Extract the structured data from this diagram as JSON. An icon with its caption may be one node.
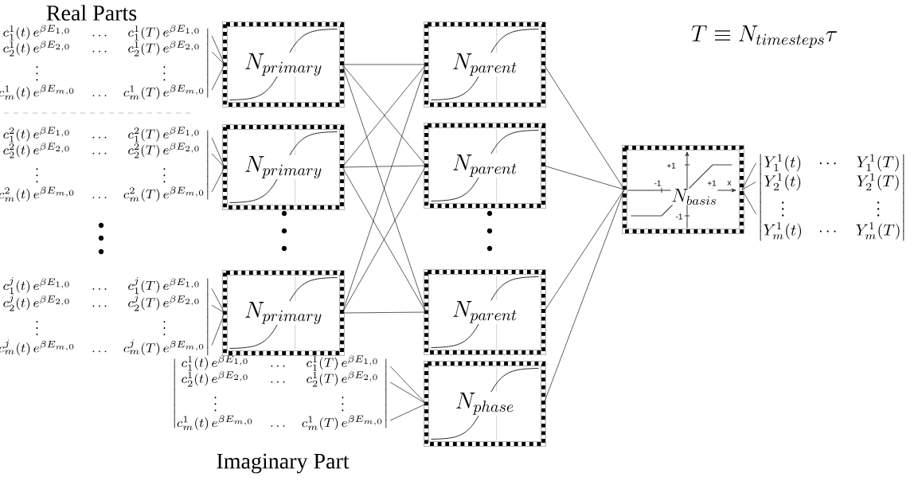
{
  "diagram": {
    "nodes": [
      {
        "text": [
          "\\begin{vmatrix} c_1^1(t)\\,e^{\\beta E_{1,0}} & \\ldots & c_1^1(T)\\,e^{\\beta E_{1,0}} \\\\ c_2^1(t)\\,e^{\\beta E_{2,0}} & \\ldots & c_2^1(T)\\,e^{\\beta E_{2,0}} \\\\ \\vdots & & \\vdots \\\\ c_m^1(t)\\,e^{\\beta E_{m,0}} & \\ldots & c_m^1(T)\\,e^{\\beta E_{m,0}} \\end{vmatrix}"
        ]
      },
      {
        "text": [
          "\\begin{vmatrix} c_1^2(t)\\,e^{\\beta E_{1,0}} & \\ldots & c_1^2(T)\\,e^{\\beta E_{1,0}} \\\\ c_2^2(t)\\,e^{\\beta E_{2,0}} & \\ldots & c_2^2(T)\\,e^{\\beta E_{2,0}} \\\\ \\vdots & & \\vdots \\\\ c_m^2(t)\\,e^{\\beta E_{m,0}} & \\ldots & c_m^2(T)\\,e^{\\beta E_{m,0}} \\end{vmatrix}"
        ]
      },
      {
        "text": [
          "\\begin{vmatrix} c_1^j(t)\\,e^{\\beta E_{1,0}} & \\ldots & c_1^j(T)\\,e^{\\beta E_{1,0}} \\\\ c_2^j(t)\\,e^{\\beta E_{2,0}} & \\ldots & c_2^j(T)\\,e^{\\beta E_{2,0}} \\\\ \\vdots & & \\vdots \\\\ c_m^j(t)\\,e^{\\beta E_{m,0}} & \\ldots & c_m^j(T)\\,e^{\\beta E_{m,0}} \\end{vmatrix}"
        ]
      },
      {
        "text": [
          "\\begin{vmatrix} c_1^1(t)\\,e^{\\beta E_{1,0}} & \\ldots & c_1^1(T)\\,e^{\\beta E_{1,0}} \\\\ c_2^1(t)\\,e^{\\beta E_{2,0}} & \\ldots & c_2^1(T)\\,e^{\\beta E_{2,0}} \\\\ \\vdots & & \\vdots \\\\ c_m^1(t)\\,e^{\\beta E_{m,0}} & \\ldots & c_m^1(T)\\,e^{\\beta E_{m,0}} \\end{vmatrix}"
        ]
      },
      {
        "text": [
          "N_{primary}"
        ]
      },
      {
        "text": [
          "N_{primary}"
        ]
      },
      {
        "text": [
          "N_{primary}"
        ]
      },
      {
        "text": [
          "N_{parent}"
        ]
      },
      {
        "text": [
          "N_{parent}"
        ]
      },
      {
        "text": [
          "N_{parent}"
        ]
      },
      {
        "text": [
          "N_{phase}"
        ]
      },
      {
        "text": [
          "N_{basis}"
        ]
      },
      {
        "text": [
          "\\begin{vmatrix} Y_1^1(t) & \\cdots & Y_1^1(T) \\\\ Y_2^1(t) & & Y_2^1(T) \\\\ \\vdots & & \\vdots \\\\ Y_m^1(t) & \\cdots & Y_m^1(T) \\end{vmatrix}"
        ]
      }
    ],
    "edges": [
      {
        "from": 0,
        "to": 4,
        "arrow": "none"
      },
      {
        "from": 0,
        "to": 4,
        "arrow": "none"
      },
      {
        "from": 0,
        "to": 4,
        "arrow": "none"
      },
      {
        "from": 1,
        "to": 5,
        "arrow": "none"
      },
      {
        "from": 1,
        "to": 5,
        "arrow": "none"
      },
      {
        "from": 1,
        "to": 5,
        "arrow": "none"
      },
      {
        "from": 2,
        "to": 6,
        "arrow": "none"
      },
      {
        "from": 2,
        "to": 6,
        "arrow": "none"
      },
      {
        "from": 2,
        "to": 6,
        "arrow": "none"
      },
      {
        "from": 3,
        "to": 10,
        "arrow": "none"
      },
      {
        "from": 3,
        "to": 10,
        "arrow": "none"
      },
      {
        "from": 3,
        "to": 10,
        "arrow": "none"
      },
      {
        "from": 4,
        "to": 7,
        "arrow": "none"
      },
      {
        "from": 4,
        "to": 8,
        "arrow": "none"
      },
      {
        "from": 4,
        "to": 9,
        "arrow": "none"
      },
      {
        "from": 5,
        "to": 7,
        "arrow": "none"
      },
      {
        "from": 5,
        "to": 8,
        "arrow": "none"
      },
      {
        "from": 5,
        "to": 9,
        "arrow": "none"
      },
      {
        "from": 6,
        "to": 7,
        "arrow": "none"
      },
      {
        "from": 6,
        "to": 8,
        "arrow": "none"
      },
      {
        "from": 6,
        "to": 9,
        "arrow": "none"
      },
      {
        "from": 7,
        "to": 11,
        "arrow": "none"
      },
      {
        "from": 8,
        "to": 11,
        "arrow": "none"
      },
      {
        "from": 9,
        "to": 11,
        "arrow": "none"
      },
      {
        "from": 10,
        "to": 11,
        "arrow": "none"
      },
      {
        "from": 11,
        "to": 12,
        "arrow": "none"
      },
      {
        "from": 11,
        "to": 12,
        "arrow": "none"
      },
      {
        "from": 11,
        "to": 12,
        "arrow": "none"
      }
    ],
    "labels": [
      "Real Parts",
      "T \\equiv N_{timesteps}\\tau",
      "+1",
      "-1",
      "+1",
      "x",
      "-1",
      "Imaginary Part"
    ]
  }
}
